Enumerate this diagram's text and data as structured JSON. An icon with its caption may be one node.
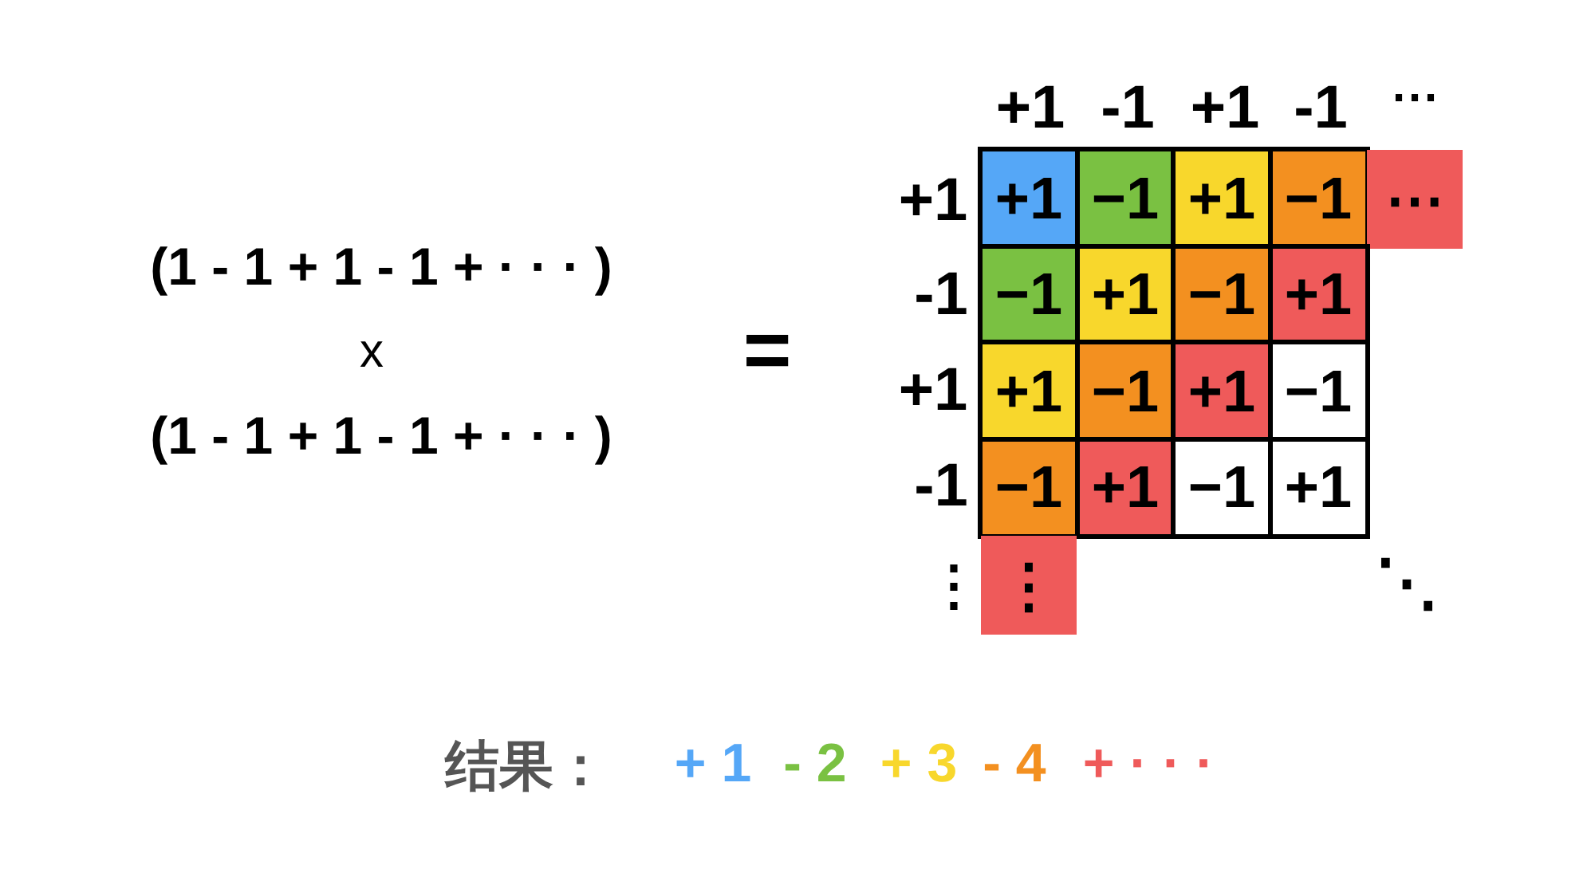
{
  "diagram": {
    "nodes": [
      {
        "text": [
          "+1"
        ]
      },
      {
        "text": [
          "−1"
        ]
      },
      {
        "text": [
          "+1"
        ]
      },
      {
        "text": [
          "−1"
        ]
      },
      {
        "text": [
          "⋯"
        ]
      },
      {
        "text": [
          "−1"
        ]
      },
      {
        "text": [
          "+1"
        ]
      },
      {
        "text": [
          "−1"
        ]
      },
      {
        "text": [
          "+1"
        ]
      },
      {
        "text": [
          "+1"
        ]
      },
      {
        "text": [
          "−1"
        ]
      },
      {
        "text": [
          "+1"
        ]
      },
      {
        "text": [
          "−1"
        ]
      },
      {
        "text": [
          "−1"
        ]
      },
      {
        "text": [
          "+1"
        ]
      },
      {
        "text": [
          "−1"
        ]
      },
      {
        "text": [
          "+1"
        ]
      },
      {
        "text": [
          "⋮"
        ]
      }
    ],
    "labels": [
      "+1",
      "-1",
      "+1",
      "-1",
      "⋯",
      "+1",
      "-1",
      "+1",
      "-1",
      "⋮",
      "(1 - 1 + 1 - 1 + · · · )",
      "x",
      "(1 - 1 + 1 - 1 + · · · )",
      "=",
      "⋱",
      "结果：",
      "+ 1",
      "- 2",
      "+ 3",
      "- 4",
      "+ · · ·"
    ]
  }
}
